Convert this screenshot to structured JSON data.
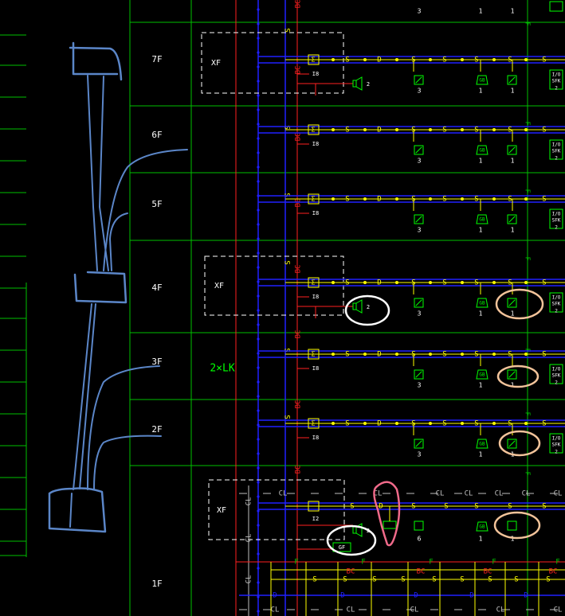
{
  "floors": [
    {
      "label": "7F",
      "xf": true
    },
    {
      "label": "6F",
      "xf": false
    },
    {
      "label": "5F",
      "xf": false
    },
    {
      "label": "4F",
      "xf": true
    },
    {
      "label": "3F",
      "xf": false
    },
    {
      "label": "2F",
      "xf": false
    },
    {
      "label": "1F",
      "xf": true
    }
  ],
  "lk_label": "2×LK",
  "xf_label": "XF",
  "device_labels": {
    "s": "S",
    "d": "D",
    "bc": "BC",
    "f": "F",
    "cl": "CL",
    "i8": "I8",
    "i2": "I2",
    "gf": "GF",
    "io_top": "I/O",
    "io_bottom": "SFK",
    "count_1": "1",
    "count_2": "2",
    "count_3": "3",
    "count_6": "6"
  },
  "colors": {
    "background": "#000000",
    "grid": "#00c000",
    "bus": "#2020ff",
    "signal": "#ffff00",
    "power": "#ff2020",
    "device": "#00ff00",
    "annotation_blue": "#5b86c8",
    "highlight_white": "#ffffff",
    "highlight_peach": "#f2c39a",
    "highlight_pink": "#f06a8a"
  }
}
